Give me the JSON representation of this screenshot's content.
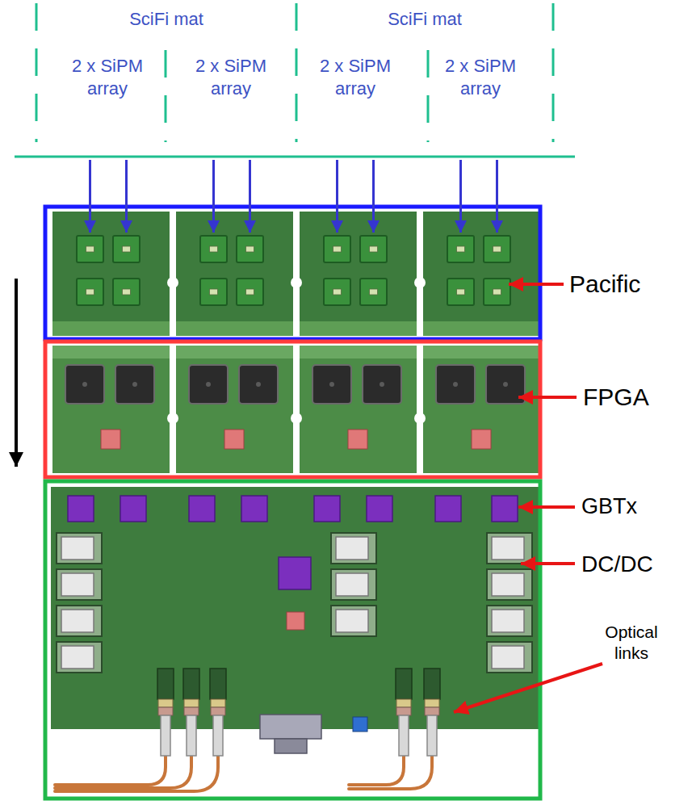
{
  "diagram": {
    "labels": [
      "SciFi mat",
      "SciFi mat",
      "2 x SiPM array",
      "2 x SiPM array",
      "2 x SiPM array",
      "2 x SiPM array",
      "Pacific",
      "FPGA",
      "GBTx",
      "DC/DC",
      "Optical links"
    ]
  }
}
